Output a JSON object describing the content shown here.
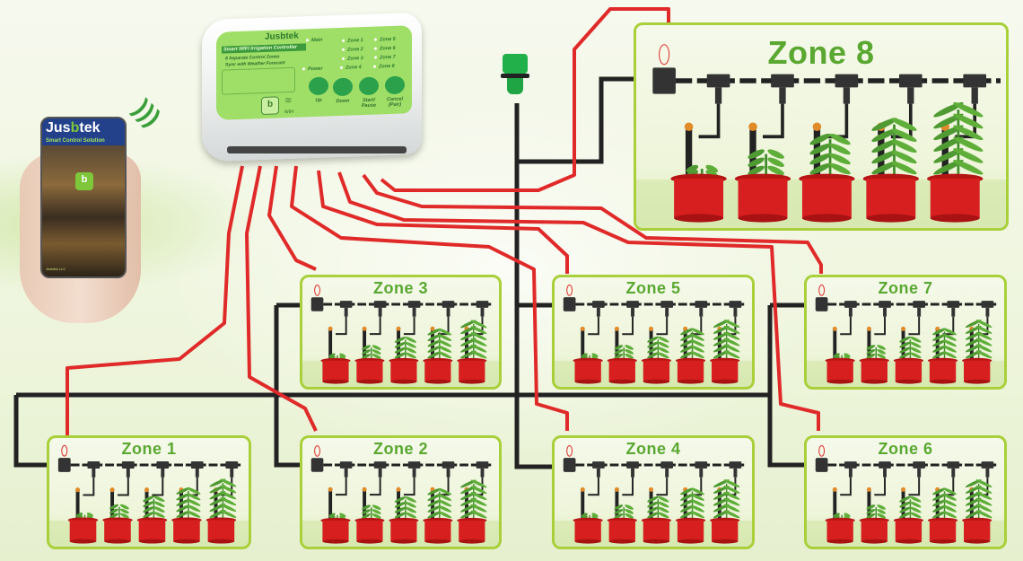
{
  "diagram": {
    "title": "Jusbtek 8-zone smart WiFi drip irrigation layout",
    "colors": {
      "control_wire": "#e02a2a",
      "water_pipe": "#222222",
      "zone_border": "#a9cf3a",
      "zone_label": "#5aa832",
      "pot": "#d81f1f"
    },
    "phone": {
      "brand_prefix": "Jus",
      "brand_b": "b",
      "brand_suffix": "tek",
      "tagline": "Smart Control Solution",
      "app_icon_glyph": "b",
      "footer": "Jusbtek LLC",
      "signal_icon": "wifi-signal-icon"
    },
    "controller": {
      "brand": "Jusbtek",
      "title": "Smart WIFI Irrigation Controller",
      "features": [
        "8 Separate Control Zones",
        "Sync with Weather Forecast"
      ],
      "leds": [
        "Main",
        "Power",
        "Zone 1",
        "Zone 2",
        "Zone 3",
        "Zone 4",
        "Zone 5",
        "Zone 6",
        "Zone 7",
        "Zone 8"
      ],
      "buttons": [
        "Up",
        "Down",
        "Start/ Pause",
        "Cancel (Pair)"
      ],
      "wifi_label": "WIFI",
      "logo_glyph": "b"
    },
    "faucet": {
      "label": "faucet-connector"
    },
    "zones": [
      {
        "id": 1,
        "label": "Zone 1",
        "pots": 5
      },
      {
        "id": 2,
        "label": "Zone 2",
        "pots": 5
      },
      {
        "id": 3,
        "label": "Zone 3",
        "pots": 5
      },
      {
        "id": 4,
        "label": "Zone 4",
        "pots": 5
      },
      {
        "id": 5,
        "label": "Zone 5",
        "pots": 5
      },
      {
        "id": 6,
        "label": "Zone 6",
        "pots": 5
      },
      {
        "id": 7,
        "label": "Zone 7",
        "pots": 5
      },
      {
        "id": 8,
        "label": "Zone 8",
        "pots": 5
      }
    ]
  }
}
